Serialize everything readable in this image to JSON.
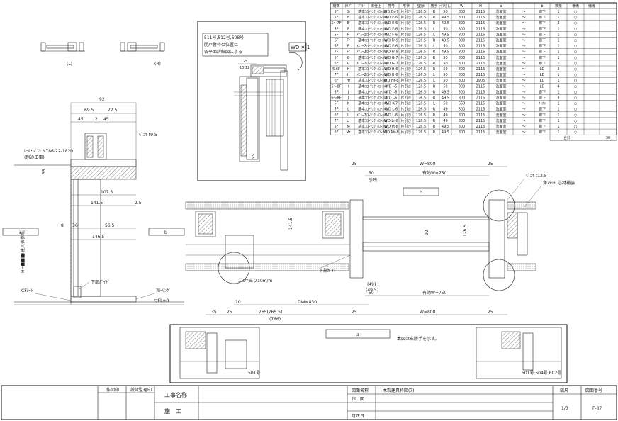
{
  "schedule": {
    "headers": [
      "階数",
      "ﾀｲﾌﾟ",
      "ﾌﾟﾗﾝ",
      "床仕上",
      "符号",
      "形状",
      "壁厚",
      "勝手",
      "引残し",
      "W",
      "H",
      "a",
      "",
      "b",
      "数量",
      "番備",
      "備考"
    ],
    "rows": [
      [
        "5F",
        "Dr",
        "基本",
        "ﾌﾛｰﾘﾝｸﾞ(ﾛｰｶﾙ)",
        "WD Dr-7",
        "片引き",
        "126.5",
        "R",
        "50",
        "800",
        "2115",
        "洗面室",
        "〜",
        "廊下",
        "1",
        "○",
        ""
      ],
      [
        "5F",
        "E",
        "基本",
        "ﾌﾛｰﾘﾝｸﾞ(ﾛｰｶﾙ)",
        "WD E-6",
        "片引き",
        "126.5",
        "R",
        "49.5",
        "800",
        "2115",
        "洗面室",
        "〜",
        "廊下",
        "1",
        "○",
        ""
      ],
      [
        "5〜7F",
        "E'",
        "基本",
        "ﾌﾛｰﾘﾝｸﾞ(ﾛｰｶﾙ)",
        "WD E-6",
        "片引き",
        "126.5",
        "R",
        "49.5",
        "800",
        "2115",
        "洗面室",
        "〜",
        "廊下",
        "3",
        "○",
        ""
      ],
      [
        "5F",
        "F",
        "基本",
        "ﾌﾛｰﾘﾝｸﾞ(ﾛｰｶﾙ)",
        "WD F-6",
        "片引き",
        "126.5",
        "L",
        "50",
        "800",
        "2115",
        "洗面室",
        "〜",
        "廊下",
        "1",
        "○",
        ""
      ],
      [
        "5F",
        "F",
        "ﾒﾆｭｰ1",
        "ﾌﾛｰﾘﾝｸﾞ(ﾛｰｶﾙ)",
        "WD F-6",
        "片引き",
        "126.5",
        "L",
        "49.5",
        "800",
        "2115",
        "洗面室",
        "〜",
        "廊下",
        "1",
        "○",
        ""
      ],
      [
        "6F",
        "Fr",
        "基本",
        "ﾌﾛｰﾘﾝｸﾞ(ﾛｰｶﾙ)",
        "WD Fr-9",
        "片引き",
        "126.5",
        "R",
        "49.5",
        "800",
        "2115",
        "洗面室",
        "〜",
        "廊下",
        "1",
        "○",
        ""
      ],
      [
        "6F",
        "F",
        "ﾒﾆｭｰ2",
        "ﾌﾛｰﾘﾝｸﾞ(ﾛｰｶﾙ)",
        "WD F-6",
        "片引き",
        "126.5",
        "L",
        "50",
        "800",
        "2115",
        "洗面室",
        "〜",
        "廊下",
        "1",
        "○",
        ""
      ],
      [
        "7F",
        "Fr",
        "ﾒﾆｭｰ2",
        "ﾌﾛｰﾘﾝｸﾞ(ﾛｰｶﾙ)",
        "WD Fr-9",
        "片引き",
        "126.5",
        "R",
        "49.5",
        "800",
        "2115",
        "洗面室",
        "〜",
        "廊下",
        "1",
        "○",
        ""
      ],
      [
        "5F",
        "G",
        "基本",
        "ﾌﾛｰﾘﾝｸﾞ(ﾛｰｶﾙ)",
        "WD G-7",
        "片引き",
        "126.5",
        "R",
        "50",
        "800",
        "2115",
        "洗面室",
        "〜",
        "廊下",
        "1",
        "○",
        ""
      ],
      [
        "6F",
        "G",
        "ﾒﾆｭｰ2",
        "ﾌﾛｰﾘﾝｸﾞ(ﾛｰｶﾙ)",
        "WD G-7",
        "片引き",
        "126.5",
        "R",
        "50",
        "800",
        "2115",
        "洗面室",
        "〜",
        "廊下",
        "1",
        "○",
        ""
      ],
      [
        "5,6F",
        "H",
        "基本",
        "ﾌﾛｰﾘﾝｸﾞ(ﾛｰｶﾙ)",
        "WD H-6",
        "片引き",
        "126.5",
        "R",
        "50",
        "800",
        "2115",
        "洗面室",
        "〜",
        "LD",
        "2",
        "○",
        ""
      ],
      [
        "7F",
        "H",
        "ﾒﾆｭｰ2",
        "ﾌﾛｰﾘﾝｸﾞ(ﾛｰｶﾙ)",
        "WD H-6",
        "片引き",
        "126.5",
        "L",
        "50",
        "800",
        "2115",
        "洗面室",
        "〜",
        "LD",
        "1",
        "○",
        ""
      ],
      [
        "6F",
        "Hr",
        "基本",
        "ﾌﾛｰﾘﾝｸﾞ(ﾛｰｶﾙ)",
        "WD Hr-8",
        "片引き",
        "126.5",
        "L",
        "50",
        "800",
        "1905",
        "洗面室",
        "〜",
        "LD",
        "1",
        "○",
        ""
      ],
      [
        "5〜8F",
        "I",
        "基本",
        "ﾌﾛｰﾘﾝｸﾞ(ﾛｰｶﾙ)",
        "WD I-5",
        "片引き",
        "126.5",
        "R",
        "50",
        "800",
        "2115",
        "洗面室",
        "〜",
        "LD",
        "4",
        "○",
        ""
      ],
      [
        "5F",
        "J",
        "基本",
        "ﾌﾛｰﾘﾝｸﾞ(ﾛｰｶﾙ)",
        "WD J-6",
        "片引き",
        "126.5",
        "R",
        "49.5",
        "800",
        "2115",
        "洗面室",
        "〜",
        "廊下",
        "1",
        "○",
        ""
      ],
      [
        "6〜8F",
        "J",
        "基本",
        "ﾌﾛｰﾘﾝｸﾞ(ﾛｰｶﾙ)",
        "WD J-6",
        "片引き",
        "126.5",
        "R",
        "49.5",
        "800",
        "2115",
        "洗面室",
        "〜",
        "廊下",
        "3",
        "○",
        ""
      ],
      [
        "5F",
        "K",
        "基本",
        "ﾌﾛｰﾘﾝｸﾞ(ﾛｰｶﾙ)",
        "WD K-7",
        "片引き",
        "126.5",
        "L",
        "50",
        "650",
        "2115",
        "洗面室",
        "〜",
        "ｷｯﾁﾝ",
        "1",
        "○",
        ""
      ],
      [
        "5F",
        "L",
        "基本",
        "ﾌﾛｰﾘﾝｸﾞ(ﾛｰｶﾙ)",
        "WD L-6",
        "片引き",
        "126.5",
        "R",
        "49",
        "800",
        "2115",
        "洗面室",
        "〜",
        "廊下",
        "1",
        "○",
        ""
      ],
      [
        "6F",
        "L",
        "ﾒﾆｭｰ2",
        "ﾌﾛｰﾘﾝｸﾞ(ﾛｰｶﾙ)",
        "WD L-6",
        "片引き",
        "126.5",
        "R",
        "49",
        "800",
        "2115",
        "洗面室",
        "〜",
        "廊下",
        "1",
        "○",
        ""
      ],
      [
        "7F",
        "Lr",
        "基本",
        "ﾌﾛｰﾘﾝｸﾞ(ﾛｰｶﾙ)",
        "WD Lr-8",
        "片引き",
        "126.5",
        "R",
        "49",
        "800",
        "2115",
        "洗面室",
        "〜",
        "廊下",
        "1",
        "○",
        ""
      ],
      [
        "5F",
        "M",
        "基本",
        "ﾌﾛｰﾘﾝｸﾞ(ﾛｰｶﾙ)",
        "WD M-8",
        "片引き",
        "126.5",
        "R",
        "49.5",
        "800",
        "2115",
        "洗面室",
        "〜",
        "廊下",
        "1",
        "○",
        ""
      ],
      [
        "6F",
        "Mr",
        "基本",
        "ﾌﾛｰﾘﾝｸﾞ(ﾛｰｶﾙ)",
        "WD Mr-8",
        "片引き",
        "126.5",
        "R",
        "49.5",
        "800",
        "2115",
        "洗面室",
        "〜",
        "廊下",
        "1",
        "○",
        ""
      ]
    ],
    "total_label": "合計",
    "total_value": "30"
  },
  "elevation_small": {
    "left_label": "(L)",
    "right_label": "(R)"
  },
  "section": {
    "dim_92": "92",
    "dim_69_5": "69.5",
    "dim_22_5": "22.5",
    "dim_45": "45",
    "dim_2": "2",
    "dim_45b": "45",
    "veneer": "ﾍﾞﾆﾔ t9.5",
    "rail_note": "ﾚｰﾙ･ﾍﾞｽﾄ N786-22-1820",
    "rail_note2": "(別途工事)",
    "dim_35": "35",
    "dim_107_5": "107.5",
    "dim_141_5": "141.5",
    "dim_2_5": "2.5",
    "dim_36": "36",
    "dim_56_5": "56.5",
    "dim_8": "8",
    "dim_146_5": "146.5",
    "height_label": "H=■■■(建具表参照)",
    "tag_a": "a",
    "tag_b": "b",
    "cf_sheet": "CFｼｰﾄ",
    "floor_guide": "下部ｶﾞｲﾄﾞ",
    "flooring": "ﾌﾛｰﾘﾝｸﾞ",
    "fl": "▽FL±0"
  },
  "detail_box": {
    "note_line1": "511号,512号,608号",
    "note_line2": "開戸警枠の位置は",
    "note_line3": "各平面詳細図による",
    "dim_25": "25",
    "dim_13": "13",
    "dim_12": "12",
    "dim_6_5": "6.5",
    "code_tag": "WD ※-1"
  },
  "plan": {
    "dim_w800_top": "W=800",
    "dim_25_l": "25",
    "dim_25_r": "25",
    "dim_50": "50",
    "pull_label": "引残",
    "effective_w": "有効W=750",
    "tag_b": "b",
    "veneer": "ﾍﾞﾆﾔ t12.5",
    "stud_note": "角ｽﾀｯﾄﾞ芯材補強",
    "dim_141_5": "141.5",
    "dim_126_5": "126.5",
    "dim_92": "92",
    "rubber": "ｺﾞﾑ戸当り10m/m",
    "floor_guide": "下部ｶﾞｲﾄﾞ",
    "dim_49": "(49)",
    "dim_49_5": "(49.5)",
    "dim_50b": "50",
    "effective_w2": "有効W=750",
    "dim_10": "10",
    "dw": "DW=830",
    "dim_35": "35",
    "dim_25b": "25",
    "dim_765": "765(765.5)",
    "dim_766": "(766)",
    "dim_25c": "25",
    "dim_w800_bot": "W=800",
    "dim_25d": "25"
  },
  "notes": {
    "tag_a": "a",
    "hand_note": "本図は右勝手を示す。",
    "room_left": "501号",
    "room_right": "501号,504号,602号"
  },
  "title_block": {
    "author_seal": "作図印",
    "design_seal": "設計監理印",
    "project_label": "工事名称",
    "construction_label": "施　工",
    "drawing_name_label": "図面名称",
    "drawing_name": "木製建具枠図(7)",
    "drawn_label": "作　図",
    "revised_label": "訂正日",
    "scale_label": "縮尺",
    "scale_value": "1/3",
    "number_label": "図面番号",
    "number_value": "F-07"
  }
}
